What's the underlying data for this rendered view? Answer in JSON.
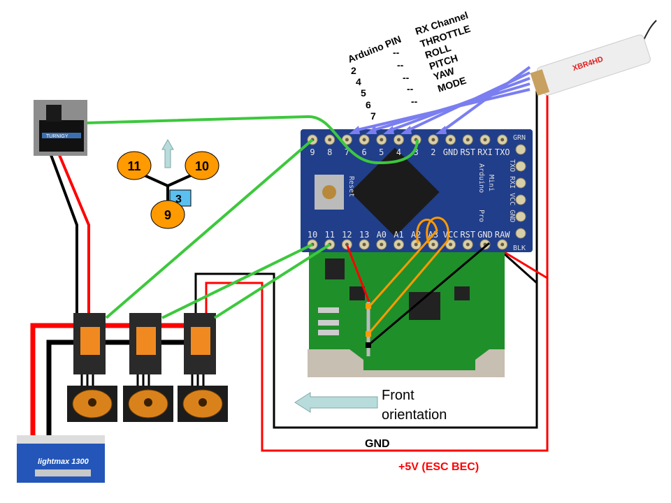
{
  "header": {
    "arduino_pin_title": "Arduino PIN",
    "rx_channel_title": "RX Channel",
    "mapping": [
      {
        "pin": "2",
        "sep": "--",
        "channel": "THROTTLE"
      },
      {
        "pin": "4",
        "sep": "--",
        "channel": "ROLL"
      },
      {
        "pin": "5",
        "sep": "--",
        "channel": "PITCH"
      },
      {
        "pin": "6",
        "sep": "--",
        "channel": "YAW"
      },
      {
        "pin": "7",
        "sep": "--",
        "channel": "MODE"
      }
    ]
  },
  "quad_layout": {
    "motors": [
      "11",
      "10",
      "9"
    ],
    "servo_pin": "3"
  },
  "arduino": {
    "top_pins": [
      "9",
      "8",
      "7",
      "6",
      "5",
      "4",
      "3",
      "2",
      "GND",
      "RST",
      "RXI",
      "TXO"
    ],
    "bottom_pins": [
      "10",
      "11",
      "12",
      "13",
      "A0",
      "A1",
      "A2",
      "A3",
      "VCC",
      "RST",
      "GND",
      "RAW"
    ],
    "right_labels": [
      "GRN",
      "TXO RXI VCC GND",
      "BLK"
    ],
    "board_name": [
      "Arduino",
      "Mini",
      "Pro"
    ],
    "reset_label": "Reset"
  },
  "receiver": {
    "model": "XBR4HD"
  },
  "battery": {
    "label": "lightmax 1300"
  },
  "servo": {
    "label": "TURNIGY"
  },
  "orientation": {
    "line1": "Front",
    "line2": "orientation"
  },
  "wires": {
    "gnd_label": "GND",
    "power_label": "+5V (ESC BEC)"
  },
  "colors": {
    "signal": "#3cc83c",
    "rx_signal": "#7a7ef0",
    "power": "#ff0000",
    "ground": "#000000",
    "motor_circle": "#ff9a00",
    "servo_box": "#5bc0f0",
    "arrow": "#b8dcdc",
    "board": "#203e8a",
    "sensor_board": "#1f8f2a",
    "i2c": "#ff9a00"
  }
}
